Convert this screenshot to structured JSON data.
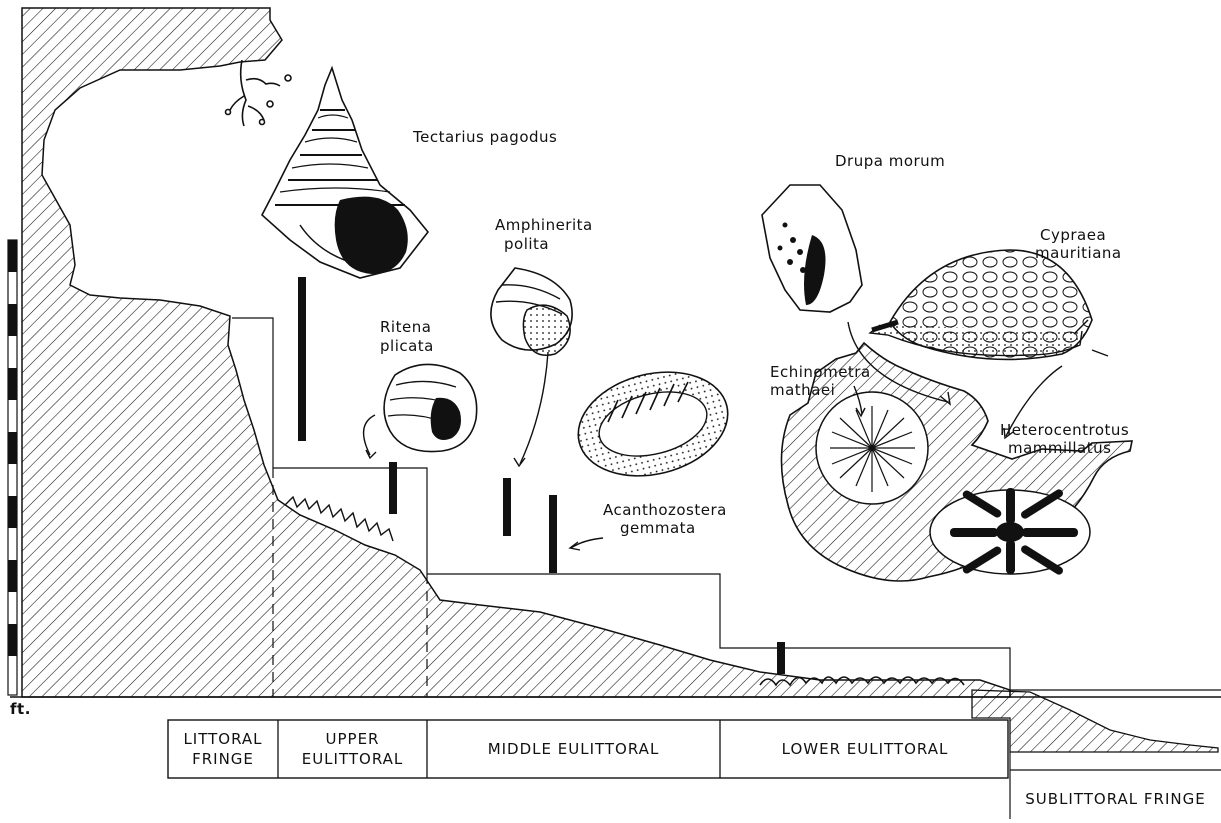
{
  "scale_unit": "ft.",
  "species": {
    "tectarius": "Tectarius pagodus",
    "drupa": "Drupa morum",
    "amphinerita_1": "Amphinerita",
    "amphinerita_2": "polita",
    "cypraea_1": "Cypraea",
    "cypraea_2": "mauritiana",
    "ritena_1": "Ritena",
    "ritena_2": "plicata",
    "echinometra_1": "Echinometra",
    "echinometra_2": "mathaei",
    "heterocentrotus_1": "Heterocentrotus",
    "heterocentrotus_2": "mammillatus",
    "acanthozostera_1": "Acanthozostera",
    "acanthozostera_2": "gemmata"
  },
  "zones": {
    "littoral_fringe_1": "LITTORAL",
    "littoral_fringe_2": "FRINGE",
    "upper_eulittoral_1": "UPPER",
    "upper_eulittoral_2": "EULITTORAL",
    "middle_eulittoral": "MIDDLE EULITTORAL",
    "lower_eulittoral": "LOWER EULITTORAL",
    "sublittoral_fringe": "SUBLITTORAL FRINGE"
  },
  "colors": {
    "ink": "#111111",
    "paper": "#ffffff",
    "shell_shade": "#555555"
  }
}
